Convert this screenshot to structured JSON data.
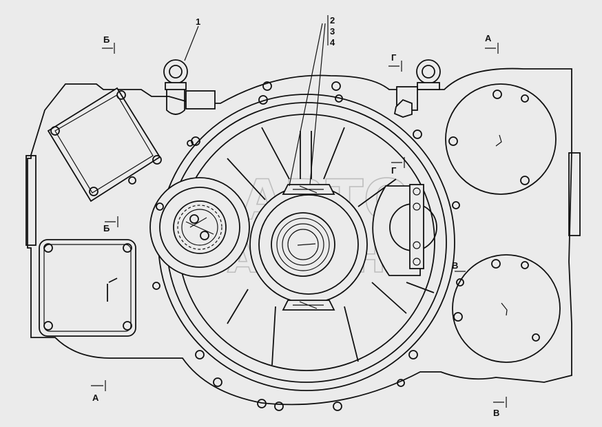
{
  "callouts": {
    "c1": "1",
    "c2": "2",
    "c3": "3",
    "c4": "4"
  },
  "sections": {
    "a_top": "А",
    "a_bottom": "А",
    "b_top": "Б",
    "b_left": "Б",
    "v_right": "В",
    "v_bottom": "В",
    "g_top": "Г",
    "g_mid": "Г"
  },
  "watermark": {
    "line1": "АВТО",
    "line2": "АЛЬЯНС"
  }
}
